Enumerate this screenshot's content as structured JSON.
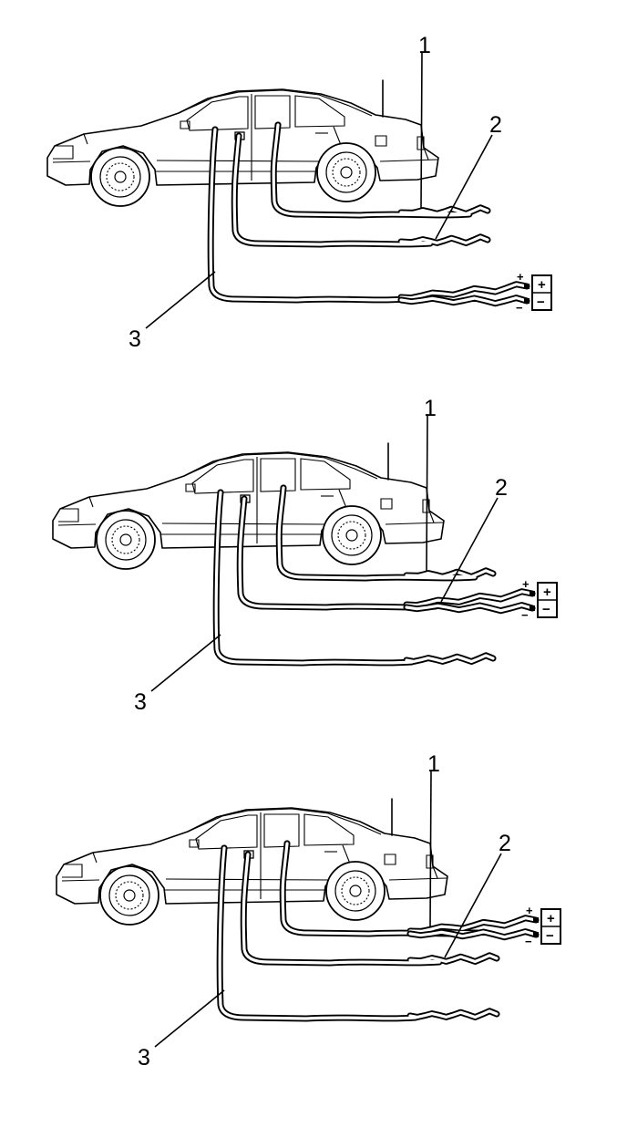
{
  "figure": {
    "panels": [
      {
        "labels": {
          "probe_1": "1",
          "probe_2": "2",
          "probe_3": "3"
        },
        "battery": {
          "plus": "+",
          "minus": "−",
          "term_plus": "+",
          "term_minus": "−",
          "attached_wire": "lowest"
        }
      },
      {
        "labels": {
          "probe_1": "1",
          "probe_2": "2",
          "probe_3": "3"
        },
        "battery": {
          "plus": "+",
          "minus": "−",
          "term_plus": "+",
          "term_minus": "−",
          "attached_wire": "middle"
        }
      },
      {
        "labels": {
          "probe_1": "1",
          "probe_2": "2",
          "probe_3": "3"
        },
        "battery": {
          "plus": "+",
          "minus": "−",
          "term_plus": "+",
          "term_minus": "−",
          "attached_wire": "highest"
        }
      }
    ],
    "icons": [
      "sedan-car-icon",
      "battery-icon",
      "test-lead-wire-icon"
    ]
  }
}
